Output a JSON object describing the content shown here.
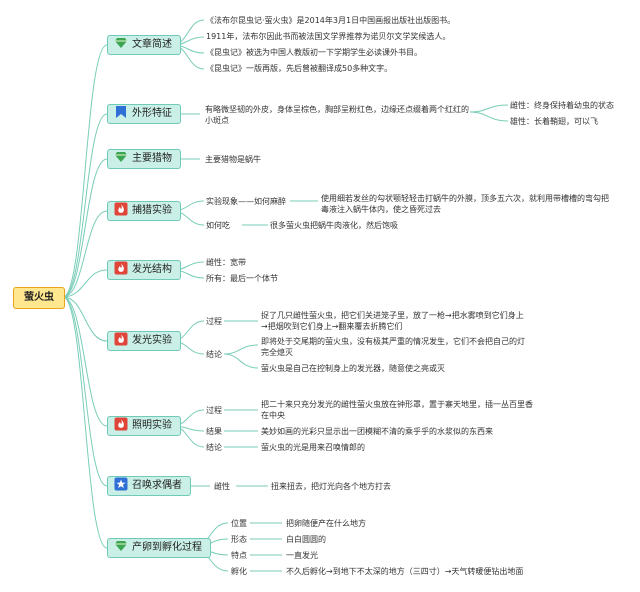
{
  "root": {
    "label": "萤火虫"
  },
  "icons": {
    "diamond": "diamond-icon",
    "flag": "flag-icon",
    "fire": "flame-icon",
    "star": "star-icon"
  },
  "colors": {
    "root_fill": "#ffe78f",
    "root_border": "#e9a31c",
    "branch_fill": "#c9efe6",
    "branch_border": "#6fcbb7",
    "line": "#79cdb8"
  },
  "b1": {
    "label": "文章简述",
    "items": [
      "《法布尔昆虫记·萤火虫》是2014年3月1日中国画报出版社出版图书。",
      "1911年，法布尔因此书而被法国文学界推荐为诺贝尔文学奖候选人。",
      "《昆虫记》被选为中国人教版初一下学期学生必读课外书目。",
      "《昆虫记》一版再版，先后曾被翻译成50多种文字。"
    ]
  },
  "b2": {
    "label": "外形特征",
    "desc": "有略微坚韧的外皮，身体呈棕色，胸部呈粉红色，边缘还点缀着两个红红的小斑点",
    "female": "雌性：终身保持着幼虫的状态",
    "male": "雄性：长着鞘翅，可以飞"
  },
  "b3": {
    "label": "主要猎物",
    "item": "主要猎物是蜗牛"
  },
  "b4": {
    "label": "捕猎实验",
    "k1": "实验现象——如何麻醉",
    "v1": "使用细若发丝的勾状颚轻轻击打蜗牛的外膜，顶多五六次，就利用带槽槽的弯勾把毒液注入蜗牛体内，使之昏死过去",
    "k2": "如何吃",
    "v2": "很多萤火虫把蜗牛肉液化，然后饱吸"
  },
  "b5": {
    "label": "发光结构",
    "i1": "雌性：宽带",
    "i2": "所有：最后一个体节"
  },
  "b6": {
    "label": "发光实验",
    "k1": "过程",
    "v1": "捉了几只雌性萤火虫，把它们关进笼子里，放了一枪→把水雾喷到它们身上→把烟吹到它们身上→翻来覆去折腾它们",
    "k2": "结论",
    "v2a": "即将处于交尾期的萤火虫，没有极其严重的情况发生，它们不会把自己的灯完全熄灭",
    "v2b": "萤火虫是自己在控制身上的发光器，随意使之亮或灭"
  },
  "b7": {
    "label": "照明实验",
    "k1": "过程",
    "v1": "把二十来只充分发光的雌性萤火虫放在钟形罩，置于寨天地里，插一丛百里香在中央",
    "k2": "结果",
    "v2": "美妙如画的光彩只显示出一团模糊不清的乘乎乎的水浆似的东西来",
    "k3": "结论",
    "v3": "萤火虫的光是用来召唤情郎的"
  },
  "b8": {
    "label": "召唤求偶者",
    "k": "雌性",
    "v": "扭来扭去，把灯光向各个地方打去"
  },
  "b9": {
    "label": "产卵到孵化过程",
    "k1": "位置",
    "v1": "把卵随便产在什么地方",
    "k2": "形态",
    "v2": "白白圆圆的",
    "k3": "特点",
    "v3": "一直发光",
    "k4": "孵化",
    "v4": "不久后孵化→到地下不太深的地方（三四寸）→天气转暖便钻出地面"
  }
}
